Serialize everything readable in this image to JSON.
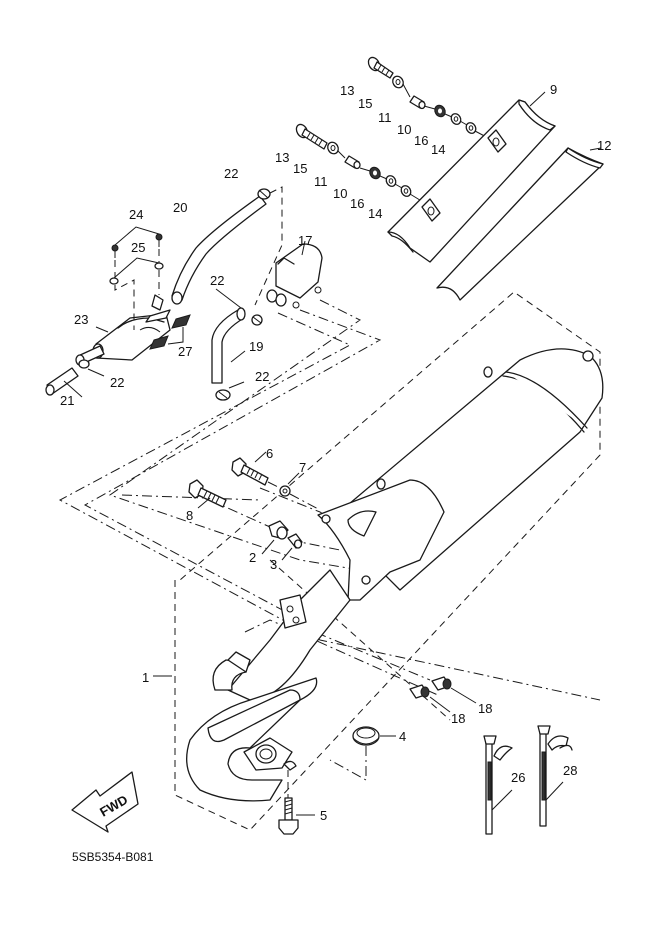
{
  "diagram": {
    "title": "Exhaust system exploded parts diagram",
    "drawing_code": "5SB5354-B081",
    "direction_marker": "FWD",
    "callouts": {
      "c1": "1",
      "c2": "2",
      "c3": "3",
      "c4": "4",
      "c5": "5",
      "c6": "6",
      "c7": "7",
      "c8": "8",
      "c9": "9",
      "c10a": "10",
      "c10b": "10",
      "c11a": "11",
      "c11b": "11",
      "c12": "12",
      "c13a": "13",
      "c13b": "13",
      "c14a": "14",
      "c14b": "14",
      "c15a": "15",
      "c15b": "15",
      "c16a": "16",
      "c16b": "16",
      "c17": "17",
      "c18a": "18",
      "c18b": "18",
      "c19": "19",
      "c20": "20",
      "c21": "21",
      "c22a": "22",
      "c22b": "22",
      "c22c": "22",
      "c22d": "22",
      "c23": "23",
      "c24": "24",
      "c25": "25",
      "c26": "26",
      "c27": "27",
      "c28": "28"
    },
    "parts": [
      {
        "ref": "1",
        "name": "muffler assembly"
      },
      {
        "ref": "2",
        "name": "collar"
      },
      {
        "ref": "3",
        "name": "collar"
      },
      {
        "ref": "4",
        "name": "gasket"
      },
      {
        "ref": "5",
        "name": "flange bolt"
      },
      {
        "ref": "6",
        "name": "flange bolt"
      },
      {
        "ref": "7",
        "name": "washer"
      },
      {
        "ref": "8",
        "name": "flange bolt"
      },
      {
        "ref": "9",
        "name": "muffler protector"
      },
      {
        "ref": "10",
        "name": "grommet"
      },
      {
        "ref": "11",
        "name": "collar"
      },
      {
        "ref": "12",
        "name": "muffler protector"
      },
      {
        "ref": "13",
        "name": "bolt"
      },
      {
        "ref": "14",
        "name": "washer"
      },
      {
        "ref": "15",
        "name": "washer"
      },
      {
        "ref": "16",
        "name": "washer"
      },
      {
        "ref": "17",
        "name": "reed valve assembly"
      },
      {
        "ref": "18",
        "name": "bolt"
      },
      {
        "ref": "19",
        "name": "hose"
      },
      {
        "ref": "20",
        "name": "hose"
      },
      {
        "ref": "21",
        "name": "hose"
      },
      {
        "ref": "22",
        "name": "hose clip"
      },
      {
        "ref": "23",
        "name": "air filter case"
      },
      {
        "ref": "24",
        "name": "screw"
      },
      {
        "ref": "25",
        "name": "washer"
      },
      {
        "ref": "26",
        "name": "band"
      },
      {
        "ref": "27",
        "name": "damper"
      },
      {
        "ref": "28",
        "name": "band"
      }
    ]
  }
}
